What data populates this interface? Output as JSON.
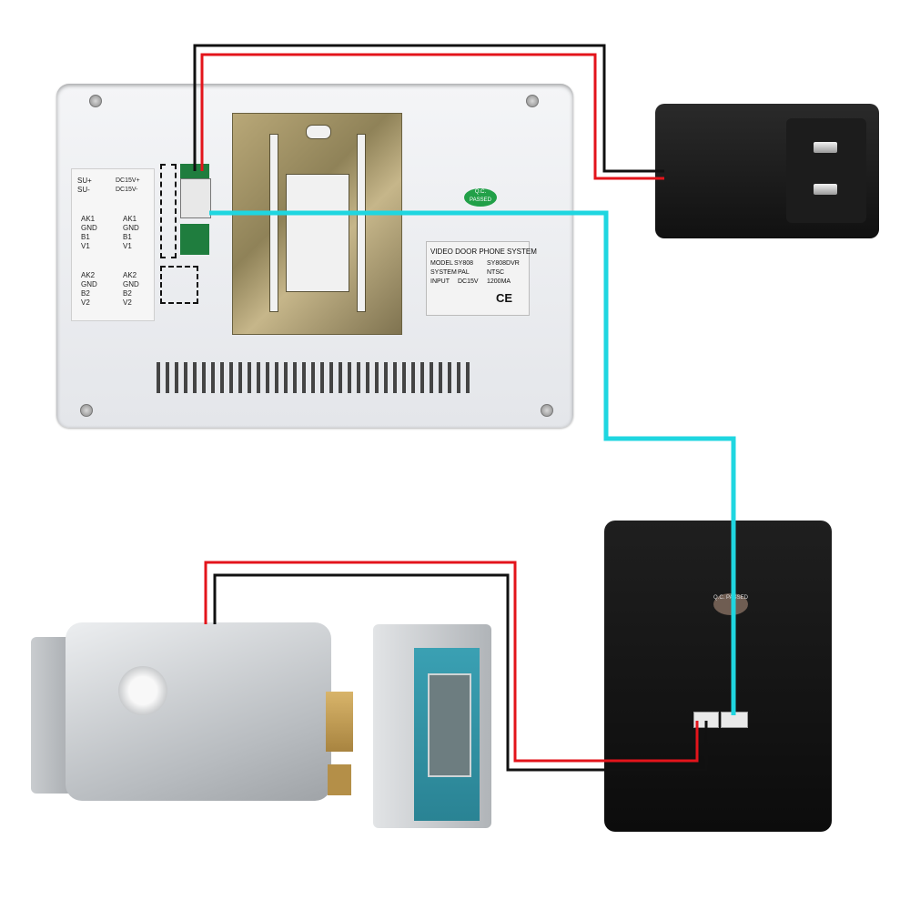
{
  "monitor": {
    "terminal_labels": [
      {
        "a": "SU+",
        "b": "DC15V+"
      },
      {
        "a": "SU-",
        "b": "DC15V-"
      }
    ],
    "group_left_1": [
      "AK1",
      "GND",
      "B1",
      "V1"
    ],
    "group_right_1": [
      "AK1",
      "GND",
      "B1",
      "V1"
    ],
    "group_left_2": [
      "AK2",
      "GND",
      "B2",
      "V2"
    ],
    "group_right_2": [
      "AK2",
      "GND",
      "B2",
      "V2"
    ],
    "pass_sticker": "Q.C. PASSED",
    "info": {
      "title": "VIDEO DOOR PHONE SYSTEM",
      "model_label": "MODEL",
      "model_opt1": "SY808",
      "model_opt2": "SY808DVR",
      "system_label": "SYSTEM",
      "system_opt1": "PAL",
      "system_opt2": "NTSC",
      "input_label": "INPUT",
      "input_value": "DC15V",
      "current_value": "1200MA",
      "ce_mark": "CE"
    }
  },
  "camera": {
    "pass_sticker": "Q.C. PASSED"
  },
  "wire_colors": {
    "red": "#e3141b",
    "black": "#111111",
    "video": "#1fd6e0"
  }
}
